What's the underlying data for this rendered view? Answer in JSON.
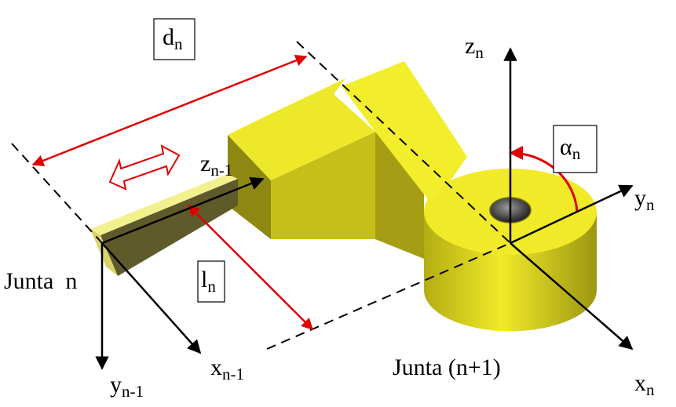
{
  "labels": {
    "d_base": "d",
    "d_sub": "n",
    "l_base": "l",
    "l_sub": "n",
    "alpha_base": "α",
    "alpha_sub": "n",
    "zn_base": "z",
    "zn_sub": "n",
    "yn_base": "y",
    "yn_sub": "n",
    "xn_base": "x",
    "xn_sub": "n",
    "zn1_base": "z",
    "zn1_sub": "n-1",
    "xn1_base": "x",
    "xn1_sub": "n-1",
    "yn1_base": "y",
    "yn1_sub": "n-1",
    "joint_n": "Junta  n",
    "joint_n1": "Junta (n+1)"
  },
  "colors": {
    "link_top": "#f2ee2a",
    "link_front": "#c9c21a",
    "link_side": "#8a8414",
    "rod_top": "#f3f08e",
    "rod_side": "#5e5a2a",
    "dimension": "#e00000",
    "axes": "#000000"
  }
}
